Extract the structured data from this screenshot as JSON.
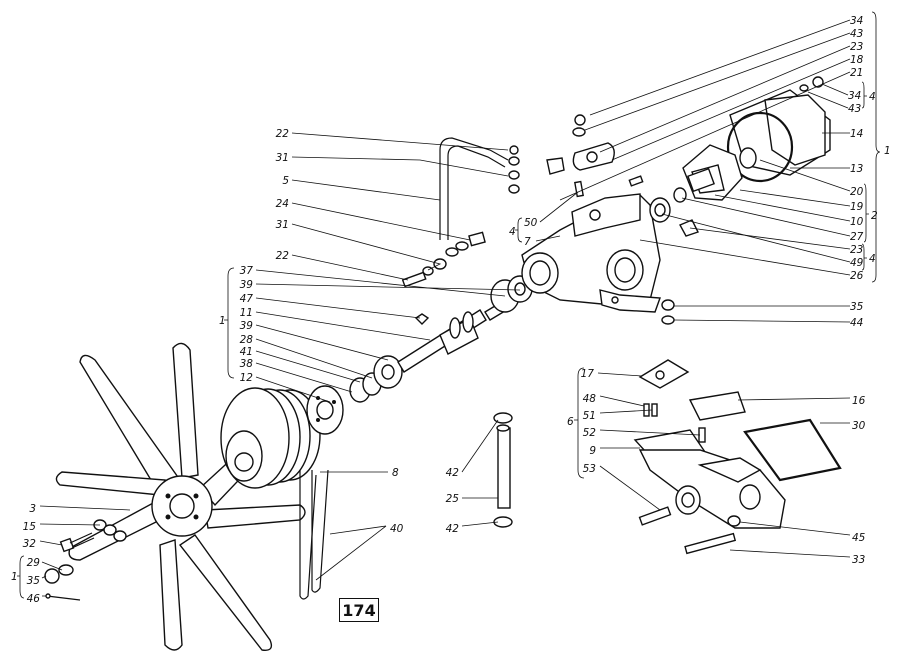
{
  "figure_number": "174",
  "callouts": [
    {
      "id": "r34a",
      "text": "34"
    },
    {
      "id": "r43a",
      "text": "43"
    },
    {
      "id": "r23a",
      "text": "23"
    },
    {
      "id": "r18",
      "text": "18"
    },
    {
      "id": "r21",
      "text": "21"
    },
    {
      "id": "r34b",
      "text": "34"
    },
    {
      "id": "r43b",
      "text": "43"
    },
    {
      "id": "r14",
      "text": "14"
    },
    {
      "id": "r13",
      "text": "13"
    },
    {
      "id": "r20",
      "text": "20"
    },
    {
      "id": "r19",
      "text": "19"
    },
    {
      "id": "r10",
      "text": "10"
    },
    {
      "id": "r27",
      "text": "27"
    },
    {
      "id": "r23b",
      "text": "23"
    },
    {
      "id": "r49",
      "text": "49"
    },
    {
      "id": "r26",
      "text": "26"
    },
    {
      "id": "r35",
      "text": "35"
    },
    {
      "id": "r44",
      "text": "44"
    },
    {
      "id": "l22a",
      "text": "22"
    },
    {
      "id": "l31a",
      "text": "31"
    },
    {
      "id": "l5",
      "text": "5"
    },
    {
      "id": "l24",
      "text": "24"
    },
    {
      "id": "l31b",
      "text": "31"
    },
    {
      "id": "l22b",
      "text": "22"
    },
    {
      "id": "l37",
      "text": "37"
    },
    {
      "id": "l39a",
      "text": "39"
    },
    {
      "id": "l47",
      "text": "47"
    },
    {
      "id": "l11",
      "text": "11"
    },
    {
      "id": "l39b",
      "text": "39"
    },
    {
      "id": "l28",
      "text": "28"
    },
    {
      "id": "l41",
      "text": "41"
    },
    {
      "id": "l38",
      "text": "38"
    },
    {
      "id": "l12",
      "text": "12"
    },
    {
      "id": "m50",
      "text": "50"
    },
    {
      "id": "m7",
      "text": "7"
    },
    {
      "id": "m8",
      "text": "8"
    },
    {
      "id": "m40",
      "text": "40"
    },
    {
      "id": "m42a",
      "text": "42"
    },
    {
      "id": "m25",
      "text": "25"
    },
    {
      "id": "m42b",
      "text": "42"
    },
    {
      "id": "b3",
      "text": "3"
    },
    {
      "id": "b15",
      "text": "15"
    },
    {
      "id": "b32",
      "text": "32"
    },
    {
      "id": "b29",
      "text": "29"
    },
    {
      "id": "b35",
      "text": "35"
    },
    {
      "id": "b46",
      "text": "46"
    },
    {
      "id": "p17",
      "text": "17"
    },
    {
      "id": "p48",
      "text": "48"
    },
    {
      "id": "p51",
      "text": "51"
    },
    {
      "id": "p52",
      "text": "52"
    },
    {
      "id": "p9",
      "text": "9"
    },
    {
      "id": "p53",
      "text": "53"
    },
    {
      "id": "p16",
      "text": "16"
    },
    {
      "id": "p30",
      "text": "30"
    },
    {
      "id": "p45",
      "text": "45"
    },
    {
      "id": "p33",
      "text": "33"
    }
  ],
  "group_labels": [
    {
      "id": "g1_right",
      "text": "1"
    },
    {
      "id": "g4_top",
      "text": "4"
    },
    {
      "id": "g2",
      "text": "2"
    },
    {
      "id": "g4_bot",
      "text": "4"
    },
    {
      "id": "g4_mid",
      "text": "4"
    },
    {
      "id": "g1_left",
      "text": "1"
    },
    {
      "id": "g6",
      "text": "6"
    },
    {
      "id": "g1_bottom",
      "text": "1"
    }
  ]
}
